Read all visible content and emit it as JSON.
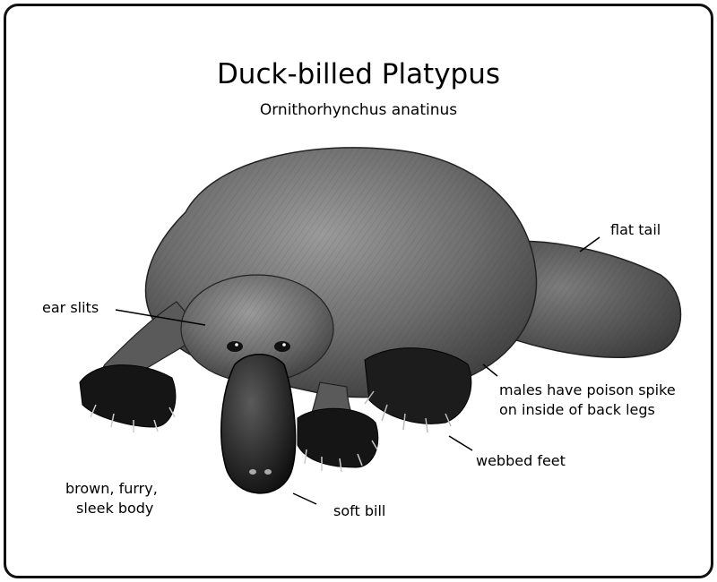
{
  "title": "Duck-billed Platypus",
  "subtitle": "Ornithorhynchus anatinus",
  "labels": {
    "flat_tail": "flat tail",
    "ear_slits": "ear slits",
    "poison_spike_line1": "males have poison spike",
    "poison_spike_line2": "on inside of back legs",
    "webbed_feet": "webbed feet",
    "body_line1": "brown, furry,",
    "body_line2": "sleek body",
    "soft_bill": "soft bill"
  },
  "colors": {
    "border": "#111111",
    "fur": "#6b6b6b",
    "fur_dark": "#3a3a3a",
    "bill": "#222222"
  }
}
